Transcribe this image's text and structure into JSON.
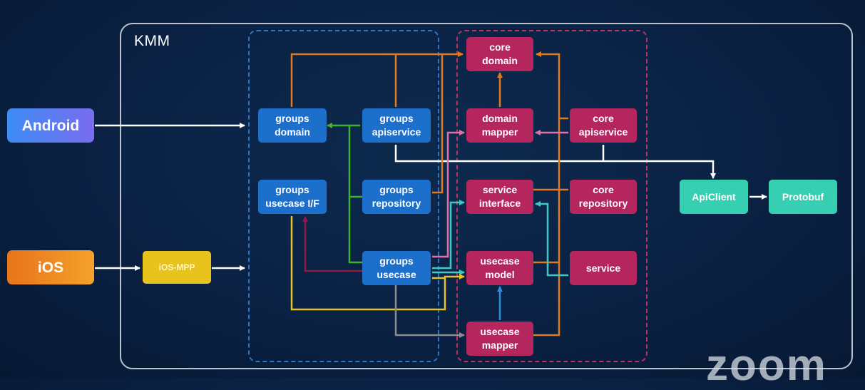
{
  "diagram": {
    "frame_label": "KMM",
    "nodes": {
      "android": "Android",
      "ios": "iOS",
      "ios_mpp": "iOS-MPP",
      "groups_domain": "groups\ndomain",
      "groups_apiservice": "groups\napiservice",
      "groups_usecase_if": "groups\nusecase I/F",
      "groups_repository": "groups\nrepository",
      "groups_usecase": "groups\nusecase",
      "core_domain": "core\ndomain",
      "domain_mapper": "domain\nmapper",
      "core_apiservice": "core\napiservice",
      "service_interface": "service\ninterface",
      "core_repository": "core\nrepository",
      "usecase_model": "usecase\nmodel",
      "service": "service",
      "usecase_mapper": "usecase\nmapper",
      "apiclient": "ApiClient",
      "protobuf": "Protobuf"
    },
    "colors": {
      "white_wire": "#ffffff",
      "orange_wire": "#e07a1f",
      "green_wire": "#3fb12a",
      "pink_wire": "#e46fa8",
      "cyan_wire": "#3ec9c2",
      "yellow_wire": "#e6c12a",
      "gray_wire": "#8c8c8c",
      "maroon_wire": "#8c1b45",
      "blue_wire": "#2d8de0"
    }
  },
  "watermark": "zoom"
}
